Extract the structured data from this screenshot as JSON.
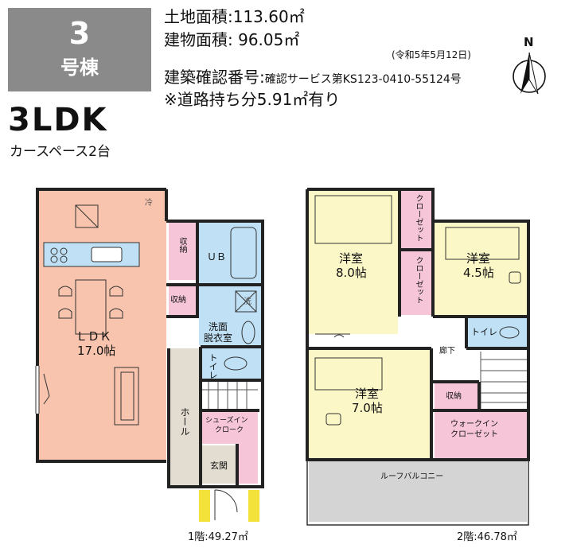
{
  "unit": {
    "number": "3",
    "label": "号棟"
  },
  "specs": {
    "land_area": "土地面積:113.60㎡",
    "building_area": "建物面積: 96.05㎡",
    "confirm_prefix": "建築確認番号:",
    "confirm_number": "確認サービス第KS123-0410-55124号",
    "date": "(令和5年5月12日)",
    "road_share": "※道路持ち分5.91㎡有り"
  },
  "layout_type": "3LDK",
  "parking": "カースペース2台",
  "compass": {
    "label": "N"
  },
  "floor1": {
    "area": "1階:49.27㎡",
    "rooms": {
      "ldk": "ＬＤＫ",
      "ldk_size": "17.0帖",
      "storage1": "収納",
      "storage2": "収納",
      "ub": "ＵＢ",
      "washroom": "洗面",
      "washroom2": "脱衣室",
      "toilet": "トイレ",
      "hall": "ホール",
      "shoes": "シューズイン",
      "shoes2": "クローク",
      "entrance": "玄関",
      "ref_mark": "冷",
      "wash_mark": "洗"
    }
  },
  "floor2": {
    "area": "2階:46.78㎡",
    "rooms": {
      "western1": "洋室",
      "western1_size": "8.0帖",
      "closet1": "クローゼット",
      "closet2": "クローゼット",
      "western2": "洋室",
      "western2_size": "4.5帖",
      "toilet": "トイレ",
      "corridor": "廊下",
      "western3": "洋室",
      "western3_size": "7.0帖",
      "storage": "収納",
      "walkin": "ウォークイン",
      "walkin2": "クローゼット",
      "balcony": "ルーフバルコニー"
    }
  },
  "colors": {
    "ldk": "#f9c4ad",
    "bath": "#bfe0f5",
    "storage": "#f6c6d8",
    "hall": "#e2ddd0",
    "room": "#fbf7c6",
    "balcony": "#d4d4d4",
    "porch": "#f3e23a",
    "badge": "#8a8a8a"
  }
}
